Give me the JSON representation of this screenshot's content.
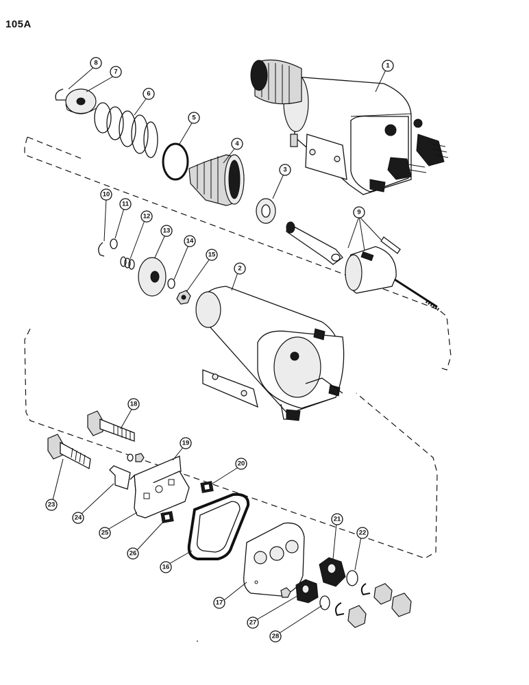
{
  "page": {
    "title": "105A"
  },
  "callouts": [
    "1",
    "2",
    "3",
    "4",
    "5",
    "6",
    "7",
    "8",
    "9",
    "10",
    "11",
    "12",
    "13",
    "14",
    "15",
    "16",
    "17",
    "18",
    "19",
    "20",
    "21",
    "22",
    "23",
    "24",
    "25",
    "26",
    "27",
    "28"
  ]
}
